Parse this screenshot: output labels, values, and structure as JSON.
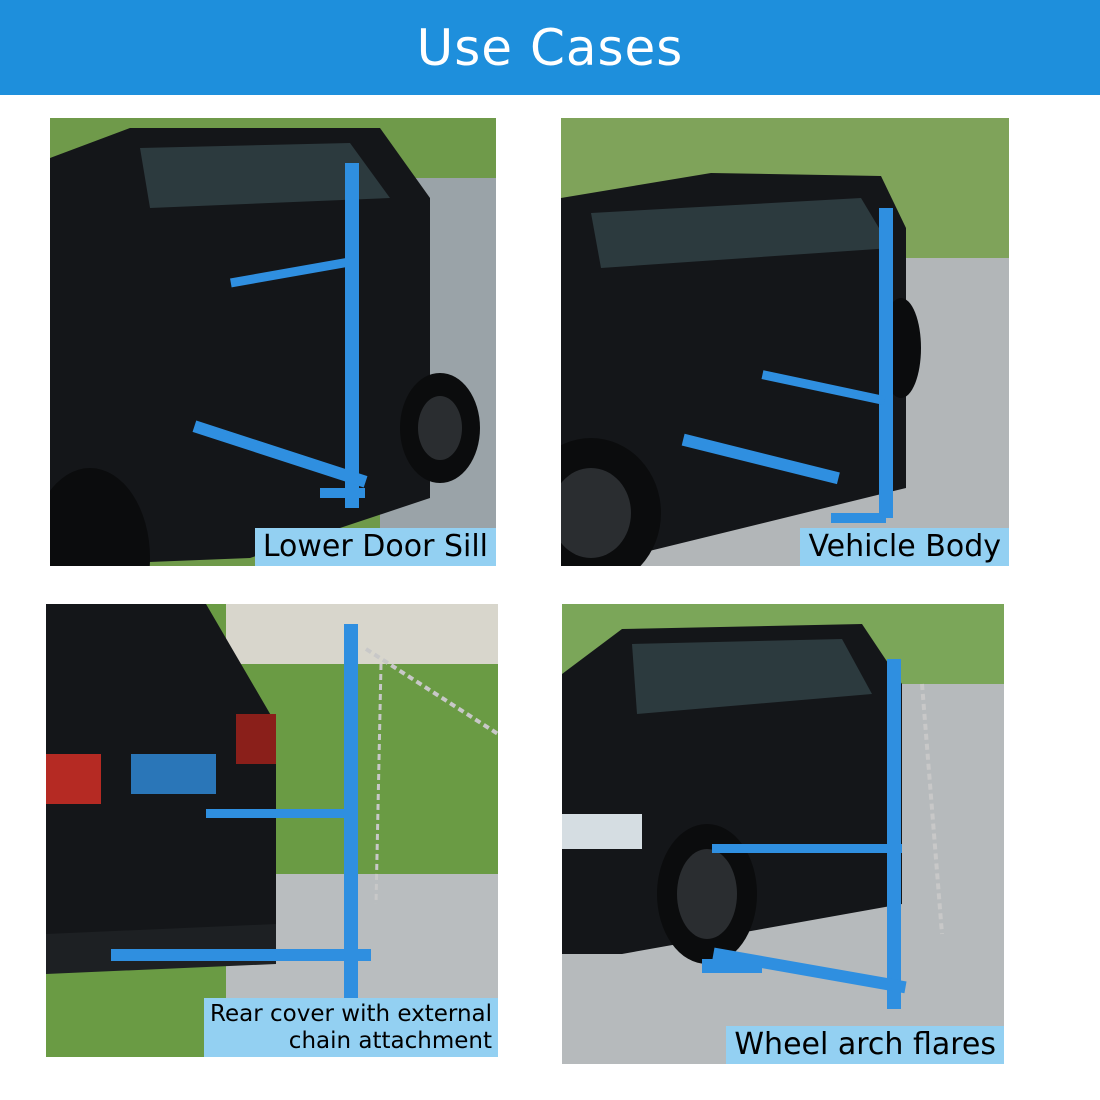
{
  "header": {
    "title": "Use Cases"
  },
  "panels": [
    {
      "caption": "Lower Door Sill"
    },
    {
      "caption": "Vehicle Body"
    },
    {
      "caption_line1": "Rear cover with external",
      "caption_line2": "chain attachment"
    },
    {
      "caption": "Wheel arch flares"
    }
  ],
  "colors": {
    "header": "#1e8fdc",
    "caption_bg": "#93d0f2",
    "frame_blue": "#2f8fe0"
  }
}
